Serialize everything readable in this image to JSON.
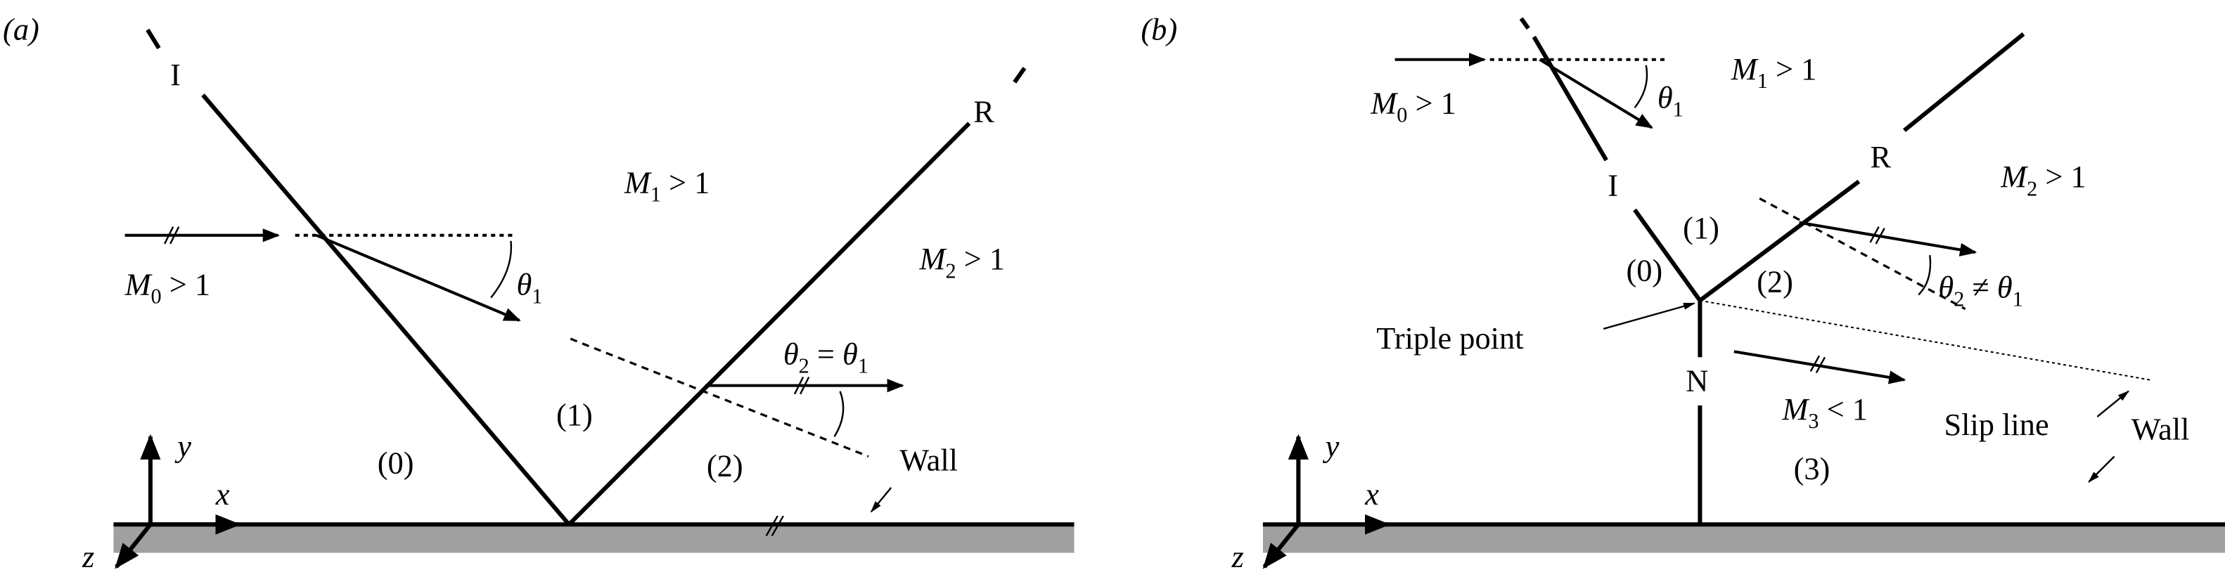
{
  "panel_a": {
    "label": "(a)",
    "shock_incident": "I",
    "shock_reflected": "R",
    "m0": {
      "var": "M",
      "sub": "0",
      "rel": " > 1"
    },
    "m1": {
      "var": "M",
      "sub": "1",
      "rel": " > 1"
    },
    "m2": {
      "var": "M",
      "sub": "2",
      "rel": " > 1"
    },
    "theta1": {
      "var": "θ",
      "sub": "1"
    },
    "theta2": {
      "var": "θ",
      "sub": "2",
      "rel": " = ",
      "var2": "θ",
      "sub2": "1"
    },
    "regions": [
      "(0)",
      "(1)",
      "(2)"
    ],
    "wall": "Wall",
    "axes": {
      "x": "x",
      "y": "y",
      "z": "z"
    }
  },
  "panel_b": {
    "label": "(b)",
    "shock_incident": "I",
    "shock_reflected": "R",
    "mach_stem": "N",
    "m0": {
      "var": "M",
      "sub": "0",
      "rel": " > 1"
    },
    "m1": {
      "var": "M",
      "sub": "1",
      "rel": " > 1"
    },
    "m2": {
      "var": "M",
      "sub": "2",
      "rel": " > 1"
    },
    "m3": {
      "var": "M",
      "sub": "3",
      "rel": " < 1"
    },
    "theta1": {
      "var": "θ",
      "sub": "1"
    },
    "theta2": {
      "var": "θ",
      "sub": "2",
      "rel": " ≠ ",
      "var2": "θ",
      "sub2": "1"
    },
    "regions": [
      "(0)",
      "(1)",
      "(2)",
      "(3)"
    ],
    "triple_point": "Triple point",
    "slip_line": "Slip line",
    "wall": "Wall",
    "axes": {
      "x": "x",
      "y": "y",
      "z": "z"
    }
  }
}
